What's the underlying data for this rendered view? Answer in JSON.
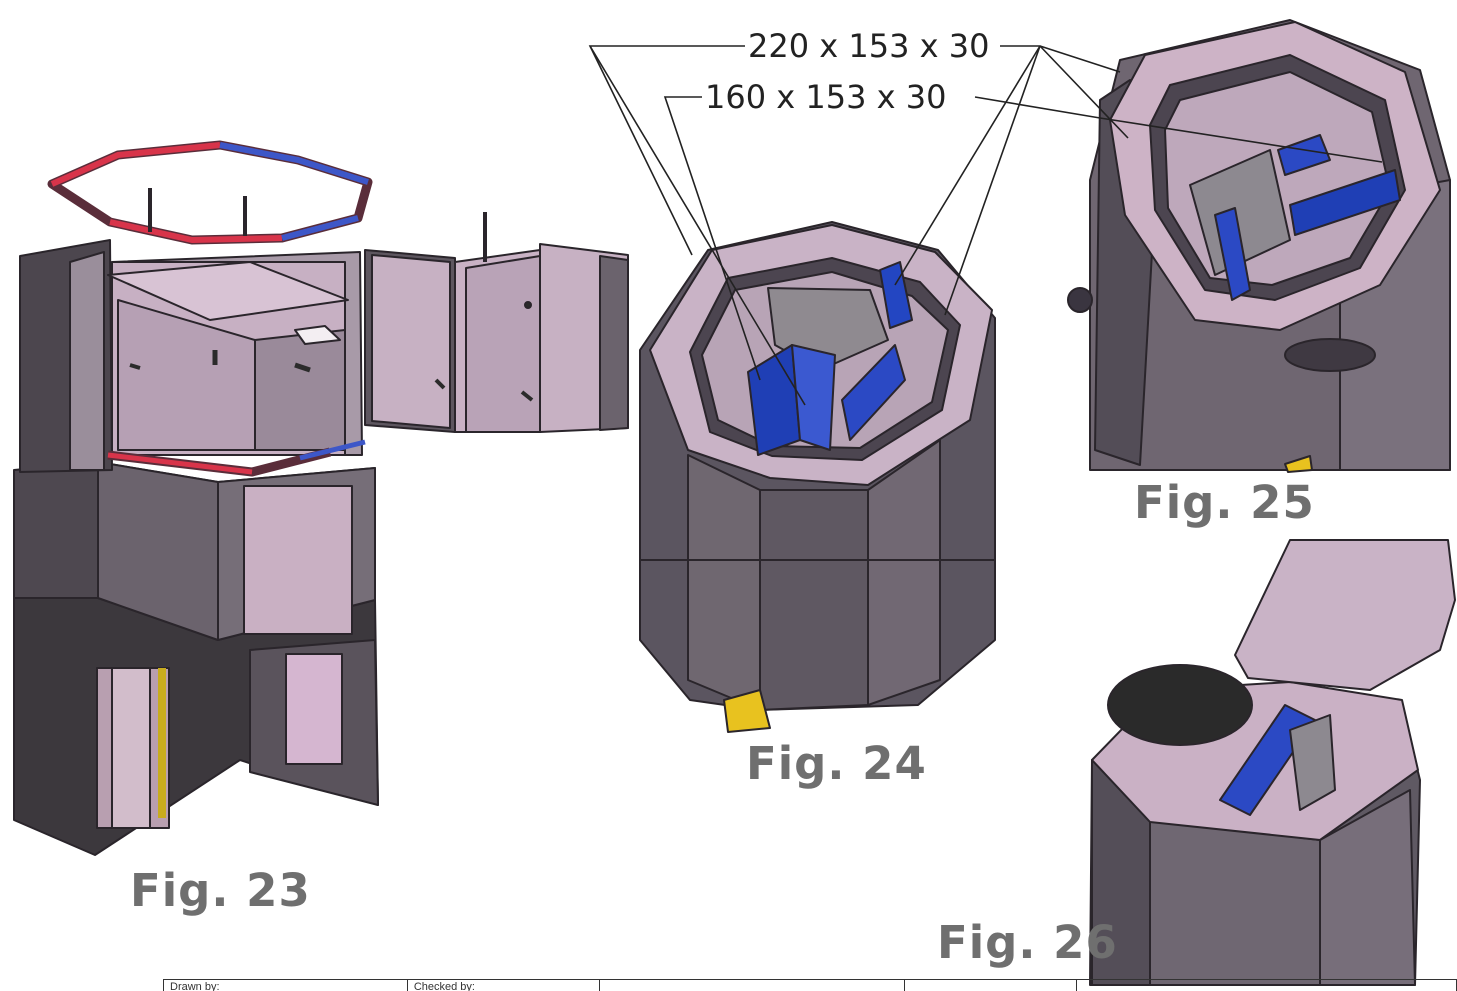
{
  "dimensions": {
    "large_blocks": "220 x 153 x 30",
    "small_blocks": "160 x 153 x 30"
  },
  "figures": [
    {
      "label": "Fig. 23"
    },
    {
      "label": "Fig. 24"
    },
    {
      "label": "Fig. 25"
    },
    {
      "label": "Fig. 26"
    }
  ],
  "title_block": {
    "cells": [
      "Drawn by:",
      "Checked by:",
      "",
      "",
      ""
    ]
  },
  "colors": {
    "panel_pink": "#cdb3c6",
    "panel_dark": "#5e5660",
    "panel_mid": "#8f8490",
    "insert_blue": "#1f3fb5",
    "ring_red": "#d8344a",
    "ring_blue": "#3d57c8",
    "foot_yellow": "#e8c21f"
  }
}
